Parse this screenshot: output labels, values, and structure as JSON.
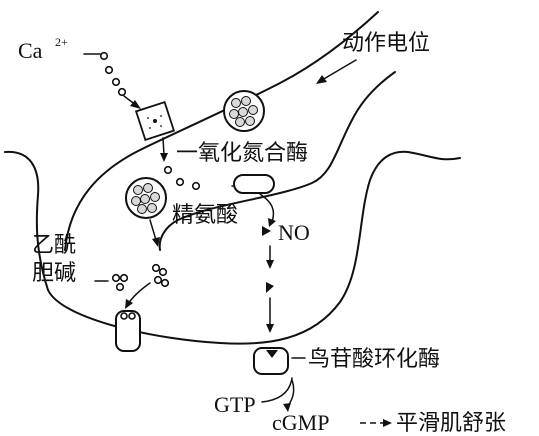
{
  "labels": {
    "calcium": "Ca",
    "calcium_charge": "2+",
    "action_potential": "动作电位",
    "nos": "一氧化氮合酶",
    "arginine": "精氨酸",
    "no": "NO",
    "ach_line1": "乙酰",
    "ach_line2": "胆碱",
    "guanylate_cyclase": "鸟苷酸环化酶",
    "gtp": "GTP",
    "cgmp": "cGMP",
    "relaxation": "平滑肌舒张"
  },
  "colors": {
    "ink": "#111111",
    "vesicle_fill": "#d9d9d9",
    "background": "#ffffff"
  }
}
